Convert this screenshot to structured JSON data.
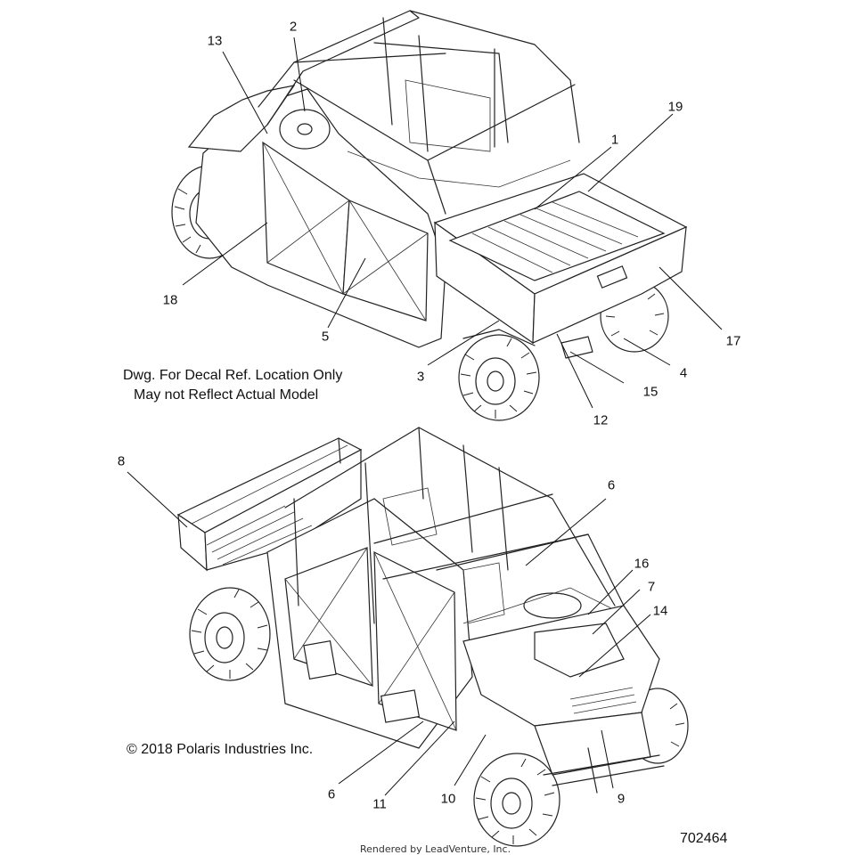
{
  "callouts": [
    {
      "label": "13"
    },
    {
      "label": "2"
    },
    {
      "label": "19"
    },
    {
      "label": "1"
    },
    {
      "label": "18"
    },
    {
      "label": "5"
    },
    {
      "label": "17"
    },
    {
      "label": "3"
    },
    {
      "label": "4"
    },
    {
      "label": "15"
    },
    {
      "label": "12"
    },
    {
      "label": "8"
    },
    {
      "label": "6"
    },
    {
      "label": "16"
    },
    {
      "label": "7"
    },
    {
      "label": "14"
    },
    {
      "label": "6"
    },
    {
      "label": "11"
    },
    {
      "label": "10"
    },
    {
      "label": "9"
    }
  ],
  "notes": {
    "line1": "Dwg. For Decal Ref. Location Only",
    "line2": "May not Reflect Actual Model"
  },
  "copyright": "© 2018 Polaris Industries Inc.",
  "drawing_number": "702464",
  "rendered_by": "Rendered by LeadVenture, Inc."
}
